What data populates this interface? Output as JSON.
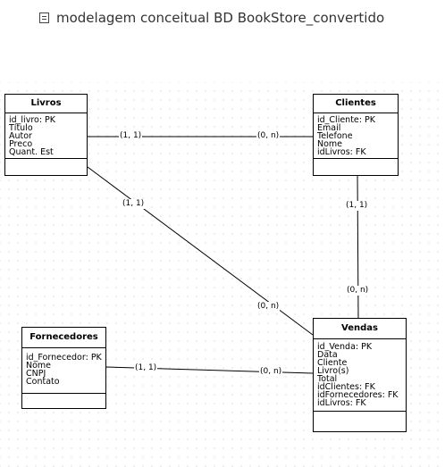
{
  "title": "modelagem conceitual BD BookStore_convertido",
  "entities": {
    "livros": {
      "name": "Livros",
      "attributes": [
        "id_livro: PK",
        "Título",
        "Autor",
        "Preco",
        "Quant. Est"
      ]
    },
    "clientes": {
      "name": "Clientes",
      "attributes": [
        "id_Cliente: PK",
        "Email",
        "Telefone",
        "Nome",
        "idLivros: FK"
      ]
    },
    "fornecedores": {
      "name": "Fornecedores",
      "attributes": [
        "id_Fornecedor: PK",
        "Nome",
        "CNPJ",
        "Contato"
      ]
    },
    "vendas": {
      "name": "Vendas",
      "attributes": [
        "id_Venda: PK",
        "Data",
        "Cliente",
        "Livro(s)",
        "Total",
        "idClientes: FK",
        "idFornecedores: FK",
        "idLivros: FK"
      ]
    }
  },
  "relationships": {
    "livros_clientes": {
      "from_card": "(1, 1)",
      "to_card": "(0, n)"
    },
    "livros_vendas": {
      "from_card": "(1, 1)",
      "to_card": "(0, n)"
    },
    "clientes_vendas": {
      "from_card": "(1, 1)",
      "to_card": "(0, n)"
    },
    "fornecedores_vendas": {
      "from_card": "(1, 1)",
      "to_card": "(0, n)"
    }
  }
}
